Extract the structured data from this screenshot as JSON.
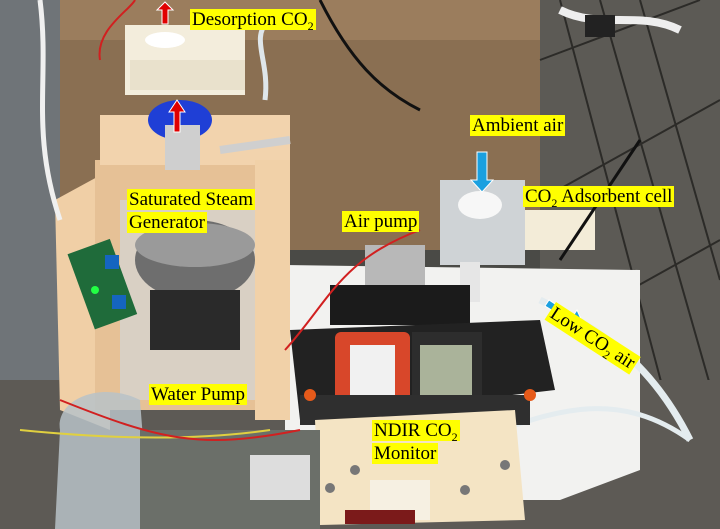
{
  "labels": {
    "desorption": {
      "text": "Desorption CO",
      "sub": "2"
    },
    "steam_line1": "Saturated Steam",
    "steam_line2": "Generator",
    "air_pump": "Air pump",
    "ambient_air": "Ambient air",
    "adsorbent": {
      "pre": "CO",
      "sub": "2",
      "post": " Adsorbent cell"
    },
    "low_co2": {
      "pre": "Low CO",
      "sub": "2",
      "post": " air"
    },
    "water_pump": "Water Pump",
    "ndir_line1": {
      "pre": "NDIR CO",
      "sub": "2"
    },
    "ndir_line2": "Monitor"
  },
  "colors": {
    "label_bg": "#ffff00",
    "red_arrow": "#e00000",
    "blue_arrow": "#1aa0e0"
  }
}
